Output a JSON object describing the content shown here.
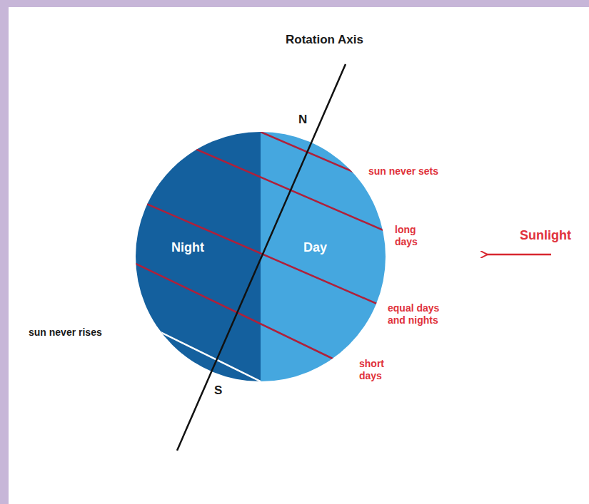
{
  "diagram": {
    "labels": [
      "Rotation Axis",
      "N",
      "sun never sets",
      "long days",
      "Sunlight",
      "Night",
      "Day",
      "equal days and nights",
      "sun never rises",
      "short days",
      "S"
    ]
  }
}
